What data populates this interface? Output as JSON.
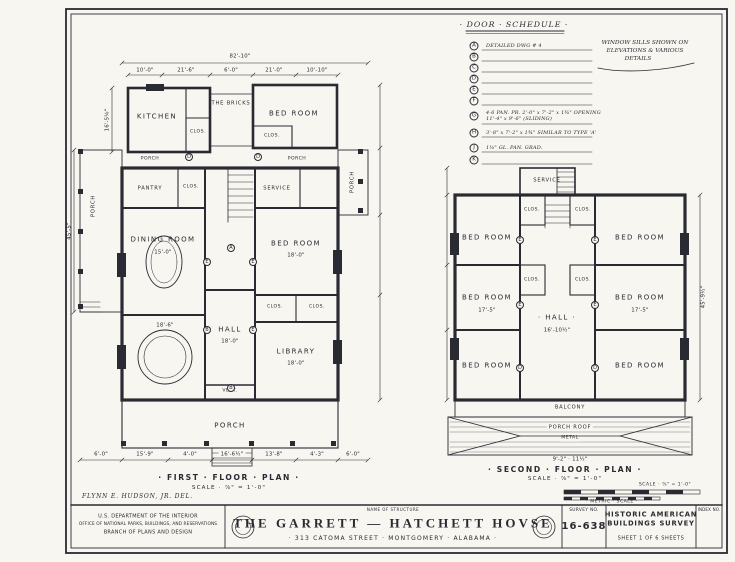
{
  "colors": {
    "ink": "#2a2a33",
    "paper": "#f8f6f0"
  },
  "door_schedule": {
    "title": "· DOOR · SCHEDULE ·",
    "rows": [
      {
        "letter": "A",
        "text": "DETAILED DWG # 4"
      },
      {
        "letter": "B",
        "text": ""
      },
      {
        "letter": "C",
        "text": ""
      },
      {
        "letter": "D",
        "text": ""
      },
      {
        "letter": "E",
        "text": ""
      },
      {
        "letter": "F",
        "text": ""
      },
      {
        "letter": "G",
        "text": "4-6 PAN. PR. 2'-0\" x 7'-2\" x 1¾\" OPENING 11'-4\" x 9'-6\" (SLIDING)"
      },
      {
        "letter": "H",
        "text": "3'-8\" x 7'-2\" x 1¾\" SIMILAR TO TYPE 'A'"
      },
      {
        "letter": "J",
        "text": "1⅜\" GL. PAN. GRAD."
      },
      {
        "letter": "K",
        "text": ""
      }
    ],
    "note": [
      "WINDOW SILLS SHOWN ON",
      "ELEVATIONS & VARIOUS",
      "DETAILS"
    ]
  },
  "first_floor": {
    "caption": "· FIRST · FLOOR · PLAN ·",
    "scale": "SCALE · ⅞\" = 1'-0\"",
    "rooms": {
      "kitchen": "KITCHEN",
      "bricks": "THE BRICKS",
      "bedroom_top": "BED ROOM",
      "clos1": "CLOS.",
      "clos2": "CLOS.",
      "clos3": "CLOS.",
      "clos4": "CLOS.",
      "clos5": "CLOS.",
      "pantry": "PANTRY",
      "service": "SERVICE",
      "dining": "DINING ROOM",
      "bedroom_mid": "BED ROOM",
      "hall": "HALL",
      "library": "LIBRARY",
      "vest": "VEST.",
      "porch_left": "PORCH",
      "porch_right": "PORCH",
      "porch_top_left": "PORCH",
      "porch_top_right": "PORCH",
      "porch_bottom": "PORCH"
    },
    "dims": {
      "overall": "82'-10\"",
      "top": [
        "10'-0\"",
        "21'-6\"",
        "6'-0\"",
        "21'-0\"",
        "10'-10\""
      ],
      "left_upper": "16'-5⅝\"",
      "left_lower": "45'-5\"",
      "dining": "15'-0\"",
      "bedroom_mid": "18'-0\"",
      "hall": "18'-0\"",
      "round_room": "18'-6\"",
      "library": "18'-0\"",
      "bottom": [
        "6'-0\"",
        "15'-9\"",
        "4'-0\"",
        "16'-6½\"",
        "13'-8\"",
        "4'-3\"",
        "6'-0\""
      ]
    },
    "markers": [
      "D",
      "D",
      "A",
      "E",
      "E",
      "B",
      "B",
      "E"
    ]
  },
  "second_floor": {
    "caption": "· SECOND · FLOOR · PLAN ·",
    "scale": "SCALE · ⅞\" = 1'-0\"",
    "rooms": {
      "service": "SERVICE",
      "clos_tl": "CLOS.",
      "clos_tr": "CLOS.",
      "clos_ml": "CLOS.",
      "clos_mr": "CLOS.",
      "bed_tl": "BED ROOM",
      "bed_tr": "BED ROOM",
      "bed_ml": "BED ROOM",
      "bed_mr": "BED ROOM",
      "bed_bl": "BED ROOM",
      "bed_br": "BED ROOM",
      "hall": "· HALL ·",
      "balcony": "BALCONY",
      "porch_roof": "PORCH ROOF",
      "metal": "METAL"
    },
    "dims": {
      "bed_ml": "17'-5\"",
      "hall": "16'-10½\"",
      "bed_mr": "17'-5\"",
      "right": "45'-9½\"",
      "bottom": "9'-2\" · 11½\""
    },
    "markers": [
      "E",
      "E",
      "E",
      "E",
      "D",
      "D"
    ]
  },
  "scale_block": {
    "feet_scale": "SCALE · ⅞\" = 1'-0\"",
    "metric_label": "· METRIC · SCALE ·"
  },
  "credit": "FLYNN E. HUDSON, JR. DEL.",
  "title_block": {
    "dept": [
      "U.S. DEPARTMENT OF THE INTERIOR",
      "OFFICE OF NATIONAL PARKS, BUILDINGS, AND RESERVATIONS",
      "BRANCH OF PLANS AND DESIGN"
    ],
    "name_label": "NAME OF STRUCTURE",
    "title": "THE GARRETT — HATCHETT HOVSE",
    "address": "· 313 CATOMA STREET · MONTGOMERY · ALABAMA ·",
    "survey_label": "SURVEY NO.",
    "survey_no": "16-638",
    "habs": [
      "HISTORIC AMERICAN",
      "BUILDINGS SURVEY"
    ],
    "sheet": "SHEET 1 OF 6 SHEETS",
    "index_label": "INDEX NO."
  }
}
